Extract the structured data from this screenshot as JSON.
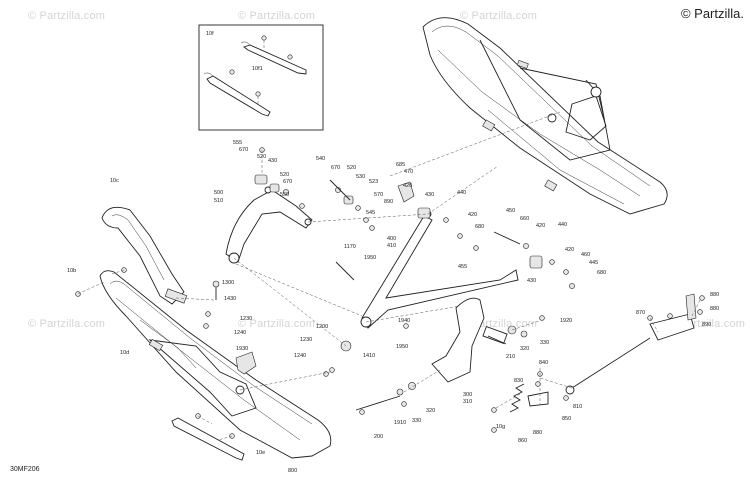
{
  "brand": {
    "copyright": "© Partzilla."
  },
  "watermark": {
    "text": "© Partzilla.com"
  },
  "diagram_code": "30MF206",
  "callouts": [
    "10f",
    "10f1",
    "555",
    "670",
    "520",
    "430",
    "520",
    "670",
    "550",
    "500",
    "510",
    "540",
    "670",
    "520",
    "530",
    "523",
    "570",
    "890",
    "545",
    "685",
    "470",
    "420",
    "430",
    "440",
    "420",
    "680",
    "450",
    "660",
    "420",
    "440",
    "420",
    "460",
    "445",
    "680",
    "400",
    "410",
    "1170",
    "1950",
    "455",
    "430",
    "10c",
    "10b",
    "1300",
    "1430",
    "1230",
    "1240",
    "1200",
    "1230",
    "1240",
    "10d",
    "1930",
    "1410",
    "1940",
    "1950",
    "1920",
    "320",
    "330",
    "210",
    "300",
    "310",
    "200",
    "1910",
    "330",
    "320",
    "840",
    "830",
    "810",
    "850",
    "860",
    "880",
    "870",
    "880",
    "880",
    "890",
    "10g",
    "10e",
    "800"
  ]
}
